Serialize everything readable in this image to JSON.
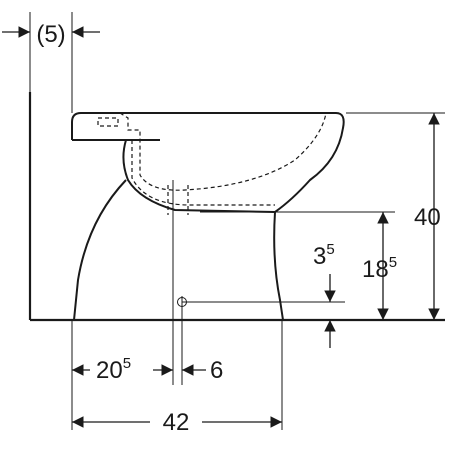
{
  "colors": {
    "line": "#1a1a1a",
    "background": "#ffffff"
  },
  "dimensions": {
    "gap_wall": "(5)",
    "total_height": "40",
    "outlet_height_main": "18",
    "outlet_height_sup": "5",
    "floor_offset_main": "3",
    "floor_offset_sup": "5",
    "wall_to_outlet_main": "20",
    "wall_to_outlet_sup": "5",
    "outlet_width": "6",
    "base_length": "42"
  }
}
